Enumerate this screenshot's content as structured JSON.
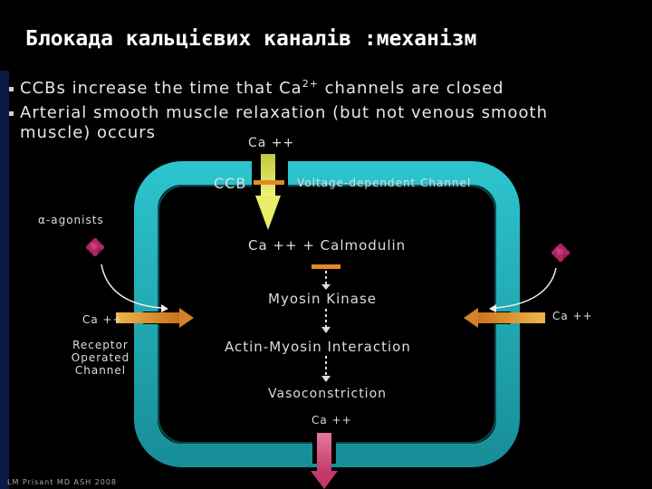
{
  "title": "Блокада кальцієвих каналів :механізм",
  "bullets": [
    {
      "pre": "CCBs increase the time that Ca",
      "sup": "2+",
      "post": " channels are closed"
    },
    {
      "line1": "Arterial smooth muscle relaxation (but not venous smooth",
      "line2": "muscle) occurs"
    }
  ],
  "diagram": {
    "ca_top": "Ca ++",
    "ccb": "CCB",
    "voltage_channel": "Voltage-dependent Channel",
    "alpha_agonists": "α-agonists",
    "calmodulin": "Ca ++ + Calmodulin",
    "myosin_kinase": "Myosin Kinase",
    "ca_left": "Ca ++",
    "ca_right": "Ca ++",
    "receptor_1": "Receptor",
    "receptor_2": "Operated",
    "receptor_3": "Channel",
    "actin_myosin": "Actin-Myosin Interaction",
    "vasoconstriction": "Vasoconstriction",
    "ca_bottom": "Ca ++"
  },
  "footer": "LM Prisant MD ASH 2008",
  "colors": {
    "cell_border": "#26a9b4",
    "arrow_orange": "#e39a2a",
    "arrow_yellow": "#d6dc3a",
    "agonist": "#a0205a"
  }
}
